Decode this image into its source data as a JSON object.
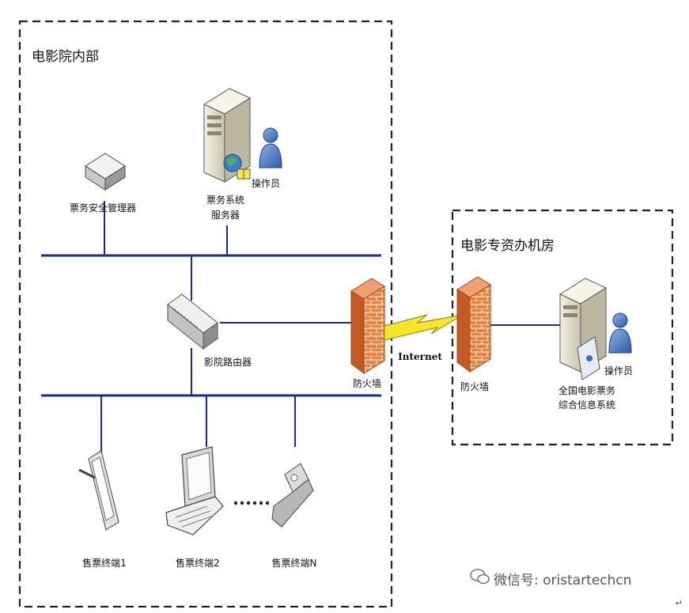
{
  "zones": {
    "cinema": {
      "title": "电影院内部"
    },
    "office": {
      "title": "电影专资办机房"
    }
  },
  "nodes": {
    "ticket_security": {
      "label": "票务安全管理器"
    },
    "ticket_server": {
      "line1": "票务系统",
      "line2": "服务器"
    },
    "operator_1": {
      "label": "操作员"
    },
    "router": {
      "label": "影院路由器"
    },
    "firewall_cinema": {
      "label": "防火墙"
    },
    "internet": {
      "label": "Internet"
    },
    "firewall_office": {
      "label": "防火墙"
    },
    "national_system": {
      "line1": "全国电影票务",
      "line2": "综合信息系统"
    },
    "operator_2": {
      "label": "操作员"
    },
    "terminal_1": {
      "label": "售票终端1"
    },
    "terminal_2": {
      "label": "售票终端2"
    },
    "terminal_n": {
      "label": "售票终端N"
    },
    "ellipsis": {
      "label": "……"
    }
  },
  "watermark": {
    "text": "微信号: oristartechcn",
    "icon": "wechat-icon"
  },
  "corner_mark": "↵",
  "colors": {
    "bus": "#1a2a9c",
    "dash": "#222222",
    "brick": "#e07a3a",
    "lightning": "#f5e62a"
  }
}
